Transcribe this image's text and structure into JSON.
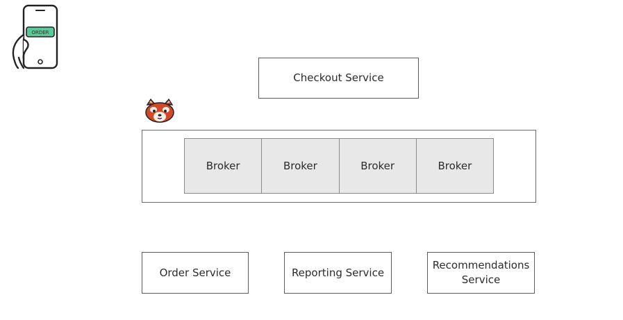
{
  "icons": {
    "phone": "phone-in-hand-icon",
    "mascot": "red-panda-icon",
    "phone_screen_label": "ORDER",
    "accent_green": "#5ec79a",
    "mascot_color": "#d2492a"
  },
  "diagram": {
    "top_service": "Checkout Service",
    "brokers": [
      "Broker",
      "Broker",
      "Broker",
      "Broker"
    ],
    "services": {
      "order": "Order Service",
      "reporting": "Reporting Service",
      "recommendations_line1": "Recommendations",
      "recommendations_line2": "Service"
    }
  }
}
